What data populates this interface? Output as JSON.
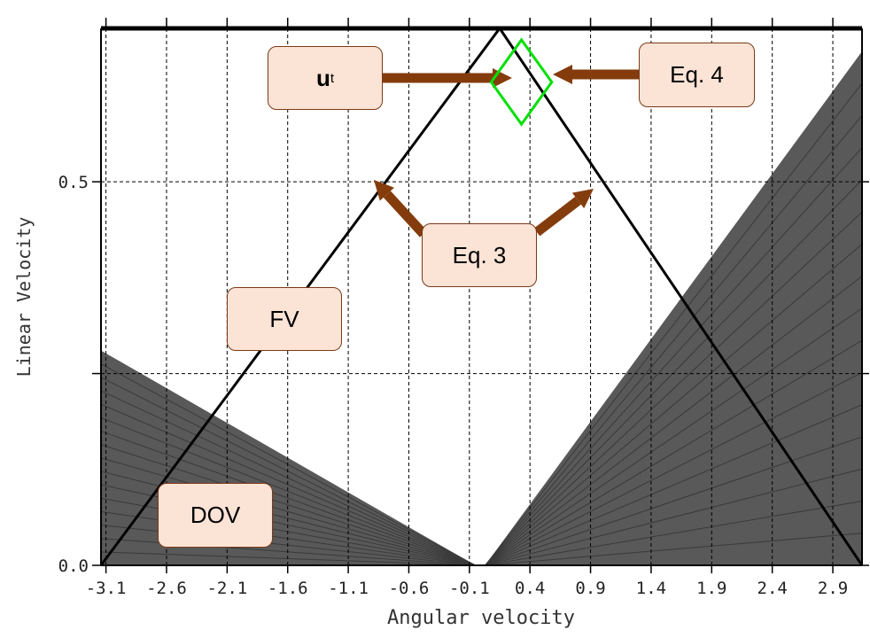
{
  "chart_data": {
    "type": "area",
    "xlabel": "Angular velocity",
    "ylabel": "Linear Velocity",
    "xlim": [
      -3.141,
      3.141
    ],
    "ylim": [
      0,
      0.7
    ],
    "x_ticks": [
      "-3.1",
      "-2.6",
      "-2.1",
      "-1.6",
      "-1.1",
      "-0.6",
      "-0.1",
      "0.4",
      "0.9",
      "1.4",
      "1.9",
      "2.4",
      "2.9"
    ],
    "x_tick_values": [
      -3.1,
      -2.6,
      -2.1,
      -1.6,
      -1.1,
      -0.6,
      -0.1,
      0.4,
      0.9,
      1.4,
      1.9,
      2.4,
      2.9
    ],
    "y_ticks": [
      "0.0",
      "0.5"
    ],
    "y_tick_values": [
      0.0,
      0.5
    ],
    "y_extra_grid": [
      0.25
    ],
    "grid": true,
    "fv_triangle": {
      "x": [
        -3.141,
        0.15,
        3.141
      ],
      "y": [
        0.0,
        0.7,
        0.0
      ]
    },
    "dov_left": {
      "apex_x": -0.05,
      "edge_x": -3.141,
      "y_top": 0.28,
      "fan_lines": 16
    },
    "dov_right": {
      "apex_x": 0.03,
      "edge_x": 3.141,
      "y_top": 0.67,
      "fan_lines": 16
    },
    "ut_diamond": {
      "center_x": 0.33,
      "center_y": 0.63,
      "half_width": 0.25,
      "half_height": 0.055
    },
    "colors": {
      "fv": "#000000",
      "dov": "#595959",
      "dov_lines": "#3a3a3a",
      "diamond": "#00e000",
      "arrow": "#843c0c",
      "grid": "#000000"
    }
  },
  "annotations": {
    "ut": {
      "main": "u",
      "sub": "t"
    },
    "eq4": "Eq. 4",
    "eq3": "Eq. 3",
    "fv": "FV",
    "dov": "DOV"
  }
}
